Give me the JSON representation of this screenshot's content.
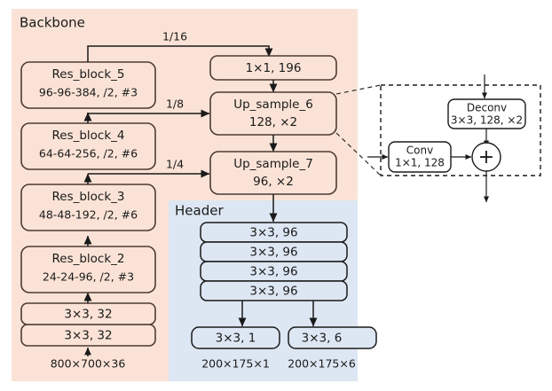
{
  "figure": {
    "type": "neural-network-architecture-diagram",
    "regions": [
      {
        "key": "backbone",
        "label": "Backbone",
        "color": "#fae3d6"
      },
      {
        "key": "header",
        "label": "Header",
        "color": "#dde7f3"
      }
    ]
  },
  "backbone": {
    "label": "Backbone",
    "input_dim": "800×700×36",
    "stem": [
      {
        "line1": "3×3, 32"
      },
      {
        "line1": "3×3, 32"
      }
    ],
    "res_blocks": [
      {
        "line1": "Res_block_2",
        "line2": "24-24-96, /2, #3"
      },
      {
        "line1": "Res_block_3",
        "line2": "48-48-192, /2, #6"
      },
      {
        "line1": "Res_block_4",
        "line2": "64-64-256, /2, #6"
      },
      {
        "line1": "Res_block_5",
        "line2": "96-96-384, /2, #3"
      }
    ],
    "lateral_labels": [
      {
        "key": "s16",
        "label": "1/16"
      },
      {
        "key": "s8",
        "label": "1/8"
      },
      {
        "key": "s4",
        "label": "1/4"
      }
    ],
    "neck": [
      {
        "line1": "1×1, 196",
        "line2": ""
      },
      {
        "line1": "Up_sample_6",
        "line2": "128, ×2"
      },
      {
        "line1": "Up_sample_7",
        "line2": "96, ×2"
      }
    ]
  },
  "header": {
    "label": "Header",
    "conv_stack": [
      {
        "line1": "3×3, 96"
      },
      {
        "line1": "3×3, 96"
      },
      {
        "line1": "3×3, 96"
      },
      {
        "line1": "3×3, 96"
      }
    ],
    "outputs": [
      {
        "box": "3×3, 1",
        "dim": "200×175×1"
      },
      {
        "box": "3×3, 6",
        "dim": "200×175×6"
      }
    ]
  },
  "inset": {
    "name": "up-sample-detail",
    "deconv": {
      "line1": "Deconv",
      "line2": "3×3, 128, ×2"
    },
    "conv": {
      "line1": "Conv",
      "line2": "1×1, 128"
    },
    "merge": {
      "symbol": "+",
      "name": "element-wise-add"
    }
  }
}
